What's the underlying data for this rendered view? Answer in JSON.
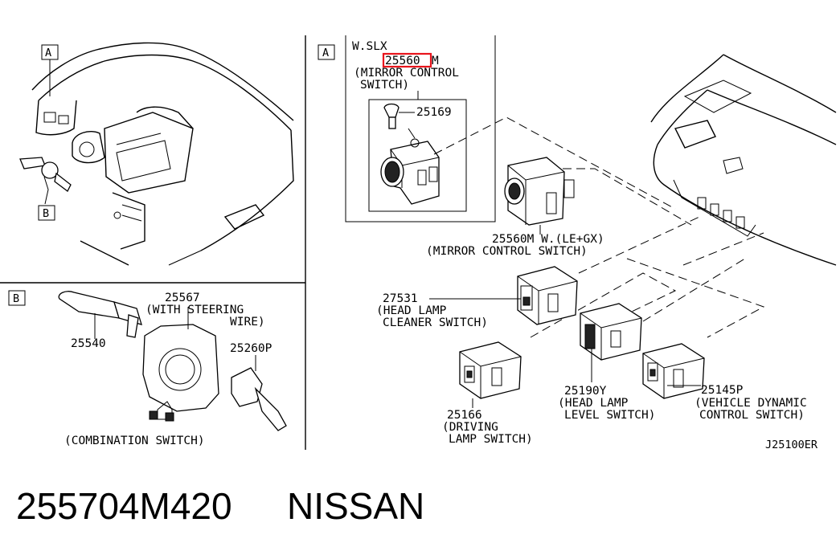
{
  "panels": {
    "a_callout": "A",
    "b_callout": "B",
    "b_panel_label": "B",
    "a_panel_label": "A"
  },
  "labels": {
    "wslx": "W.SLX",
    "p25560m_top_prefix": "25560",
    "p25560m_top_suffix": "M",
    "mirror_top_1": "(MIRROR CONTROL",
    "mirror_top_2": "SWITCH)",
    "p25169": "25169",
    "p25560m_mid": "25560M W.(LE+GX)",
    "mirror_mid": "(MIRROR CONTROL SWITCH)",
    "p27531": "27531",
    "headlamp_cleaner_1": "(HEAD LAMP",
    "headlamp_cleaner_2": "CLEANER SWITCH)",
    "p25190y": "25190Y",
    "headlamp_level_1": "(HEAD LAMP",
    "headlamp_level_2": "LEVEL SWITCH)",
    "p25145p": "25145P",
    "vdc_1": "(VEHICLE DYNAMIC",
    "vdc_2": "CONTROL SWITCH)",
    "p25166": "25166",
    "driving_1": "(DRIVING",
    "driving_2": "LAMP SWITCH)",
    "p25567": "25567",
    "steering_1": "(WITH STEERING",
    "steering_2": "WIRE)",
    "p25540": "25540",
    "p25260p": "25260P",
    "combination": "(COMBINATION SWITCH)",
    "diagram_ref": "J25100ER"
  },
  "footer": {
    "part_number": "255704M420",
    "brand": "NISSAN"
  },
  "colors": {
    "highlight": "#e8141c",
    "ink": "#000000"
  }
}
